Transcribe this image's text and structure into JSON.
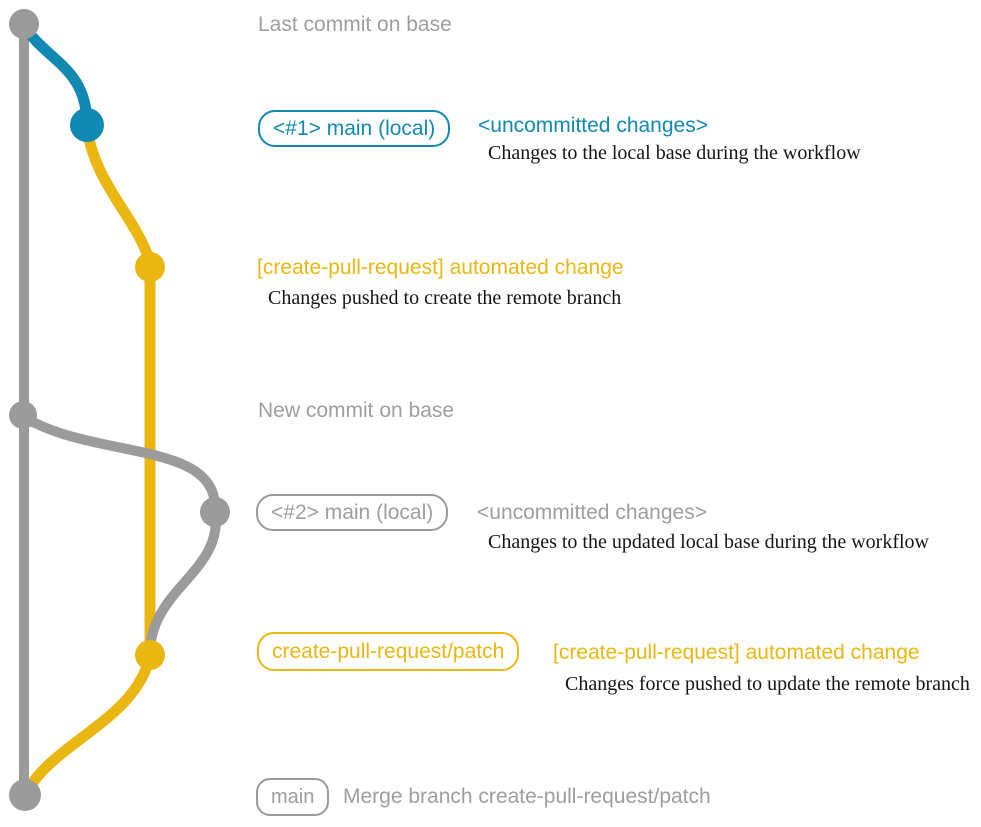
{
  "colors": {
    "gray": "#9b9b9b",
    "text_gray": "#9e9e9e",
    "blue": "#1189b2",
    "yellow": "#eab712",
    "ink": "#151515",
    "background": "#ffffff"
  },
  "rows": {
    "last_commit": {
      "message": "Last commit on base"
    },
    "uncommitted1": {
      "branch_label": "<#1> main (local)",
      "status": "<uncommitted changes>",
      "description": "Changes to the local base during the workflow"
    },
    "automated1": {
      "message": "[create-pull-request] automated change",
      "description": "Changes pushed to create the remote branch"
    },
    "new_commit": {
      "message": "New commit on base"
    },
    "uncommitted2": {
      "branch_label": "<#2> main (local)",
      "status": "<uncommitted changes>",
      "description": "Changes to the updated local base during the workflow"
    },
    "automated2": {
      "branch_label": "create-pull-request/patch",
      "message": "[create-pull-request] automated change",
      "description": "Changes force pushed to update the remote branch"
    },
    "merge_commit": {
      "branch_label": "main",
      "message": "Merge branch create-pull-request/patch"
    }
  }
}
